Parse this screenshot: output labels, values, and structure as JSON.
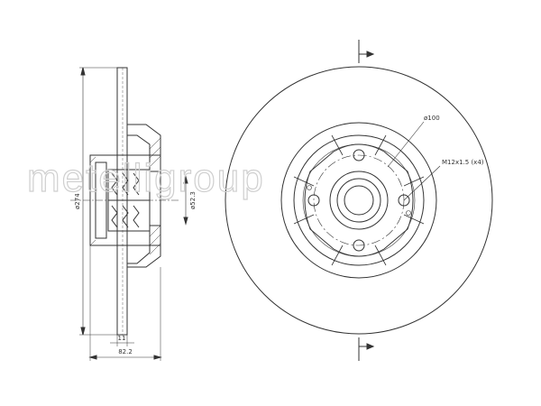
{
  "watermark": "metelligroup",
  "dimensions": {
    "outer_diameter": "ø274",
    "bore_diameter": "ø52.3",
    "total_height": "82.2",
    "disc_thickness": "11",
    "pitch_circle": "ø100",
    "bolt_thread": "M12x1.5 (x4)"
  },
  "colors": {
    "line": "#333333",
    "watermark": "#cfcfcf"
  }
}
